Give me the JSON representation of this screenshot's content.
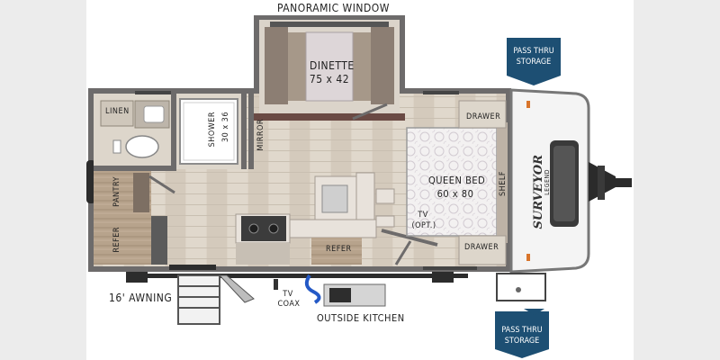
{
  "labels": {
    "panoramic_window": "PANORAMIC WINDOW",
    "dinette_name": "DINETTE",
    "dinette_size": "75 x 42",
    "linen": "LINEN",
    "shower": "SHOWER",
    "shower_size": "30 x 36",
    "mirror": "MIRROR",
    "pantry": "PANTRY",
    "refer_left": "REFER",
    "refer_center": "REFER",
    "queen_bed": "QUEEN BED",
    "queen_bed_size": "60 x 80",
    "tv": "TV",
    "tv_opt": "(OPT.)",
    "drawer_top": "DRAWER",
    "drawer_bottom": "DRAWER",
    "shelf": "SHELF",
    "awning": "16' AWNING",
    "tv_coax_1": "TV",
    "tv_coax_2": "COAX",
    "outside_kitchen": "OUTSIDE KITCHEN"
  },
  "badges": {
    "top_line1": "PASS THRU",
    "top_line2": "STORAGE",
    "bottom_line1": "PASS THRU",
    "bottom_line2": "STORAGE",
    "color": "#1d4f73"
  },
  "brand": {
    "name": "SURVEYOR",
    "sub": "LEGEND"
  }
}
